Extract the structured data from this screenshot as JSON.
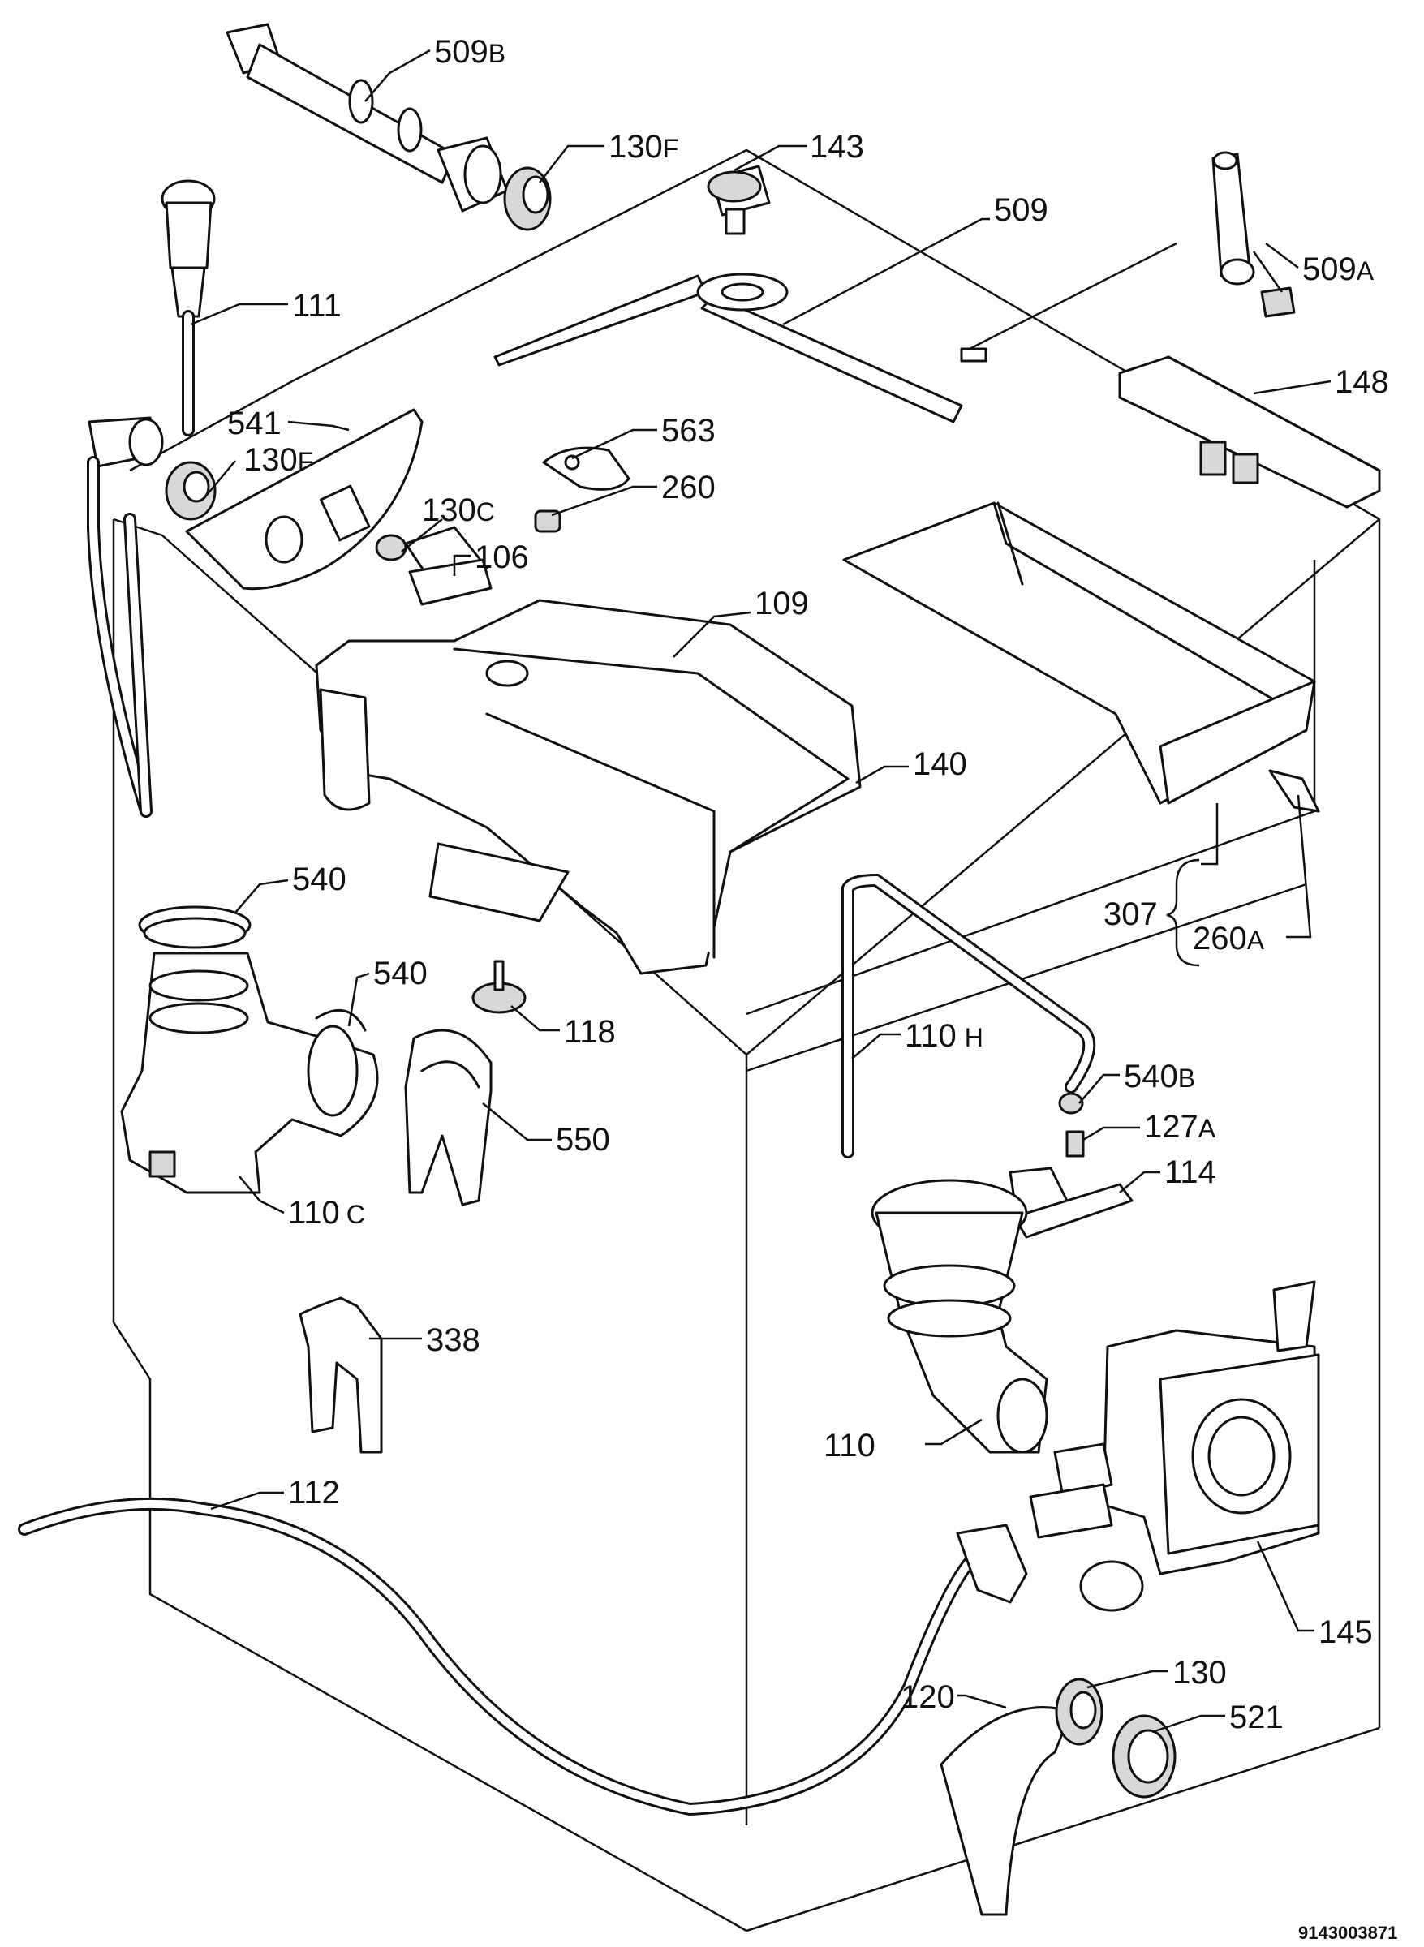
{
  "labels": {
    "p509b": {
      "num": "509",
      "suffix": "B"
    },
    "p130f_top": {
      "num": "130",
      "suffix": "F"
    },
    "p143": {
      "num": "143",
      "suffix": ""
    },
    "p509": {
      "num": "509",
      "suffix": ""
    },
    "p509a": {
      "num": "509",
      "suffix": "A"
    },
    "p111": {
      "num": "111",
      "suffix": ""
    },
    "p148": {
      "num": "148",
      "suffix": ""
    },
    "p541": {
      "num": "541",
      "suffix": ""
    },
    "p563": {
      "num": "563",
      "suffix": ""
    },
    "p130f_mid": {
      "num": "130",
      "suffix": "F"
    },
    "p260": {
      "num": "260",
      "suffix": ""
    },
    "p130c": {
      "num": "130",
      "suffix": "C"
    },
    "p106": {
      "num": "106",
      "suffix": ""
    },
    "p109": {
      "num": "109",
      "suffix": ""
    },
    "p140": {
      "num": "140",
      "suffix": ""
    },
    "p540_a": {
      "num": "540",
      "suffix": ""
    },
    "p307": {
      "num": "307",
      "suffix": ""
    },
    "p260a": {
      "num": "260",
      "suffix": "A"
    },
    "p540_b": {
      "num": "540",
      "suffix": ""
    },
    "p118": {
      "num": "118",
      "suffix": ""
    },
    "p110h": {
      "num": "110",
      "suffix": "H"
    },
    "p540b": {
      "num": "540",
      "suffix": "B"
    },
    "p127a": {
      "num": "127",
      "suffix": "A"
    },
    "p550": {
      "num": "550",
      "suffix": ""
    },
    "p114": {
      "num": "114",
      "suffix": ""
    },
    "p110c": {
      "num": "110",
      "suffix": "C"
    },
    "p338": {
      "num": "338",
      "suffix": ""
    },
    "p110": {
      "num": "110",
      "suffix": ""
    },
    "p112": {
      "num": "112",
      "suffix": ""
    },
    "p145": {
      "num": "145",
      "suffix": ""
    },
    "p130": {
      "num": "130",
      "suffix": ""
    },
    "p120": {
      "num": "120",
      "suffix": ""
    },
    "p521": {
      "num": "521",
      "suffix": ""
    }
  },
  "document_id": "9143003871"
}
